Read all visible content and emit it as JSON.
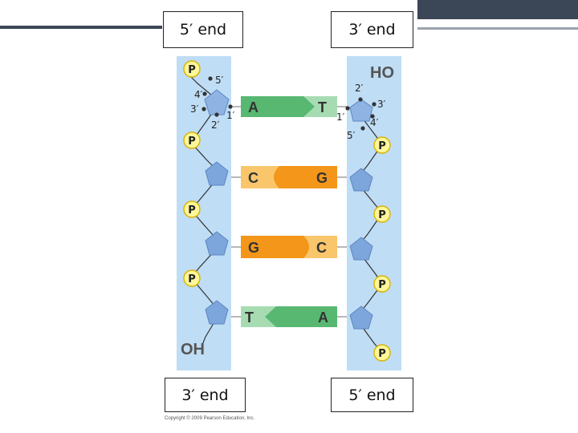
{
  "ends": {
    "top_left": "5′ end",
    "top_right": "3′ end",
    "bottom_left": "3′ end",
    "bottom_right": "5′ end"
  },
  "phosphate_label": "P",
  "left_strand": {
    "bottom_label": "OH",
    "carbon_labels": {
      "c5": "5′",
      "c4": "4′",
      "c3": "3′",
      "c2": "2′",
      "c1": "1′"
    }
  },
  "right_strand": {
    "top_label": "HO",
    "carbon_labels": {
      "c2": "2′",
      "c3": "3′",
      "c4": "4′",
      "c1": "1′",
      "c5": "5′"
    }
  },
  "base_pairs": [
    {
      "left": "A",
      "right": "T"
    },
    {
      "left": "C",
      "right": "G"
    },
    {
      "left": "G",
      "right": "C"
    },
    {
      "left": "T",
      "right": "A"
    }
  ],
  "colors": {
    "backbone": "#bfddf5",
    "sugar": "#7ca6dc",
    "phosphate_fill": "#fff799",
    "phosphate_stroke": "#d9b300",
    "adenine": "#58b872",
    "thymine": "#a7dcb2",
    "cytosine": "#f9c66c",
    "guanine": "#f39619"
  },
  "copyright": "Copyright © 2009 Pearson Education, Inc."
}
